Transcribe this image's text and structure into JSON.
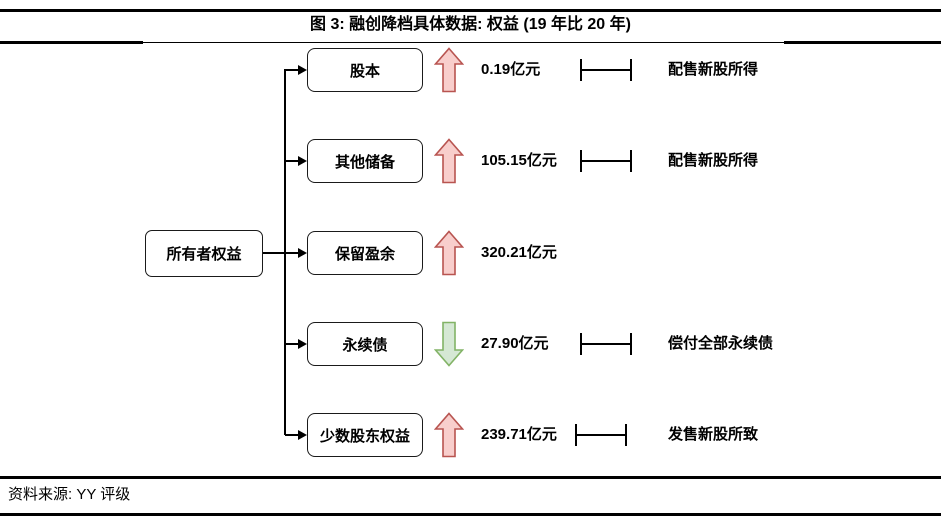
{
  "title": "图 3: 融创降档具体数据: 权益 (19 年比 20 年)",
  "source": "资料来源: YY 评级",
  "root": {
    "label": "所有者权益"
  },
  "colors": {
    "up_fill": "#f8cecc",
    "up_stroke": "#b85450",
    "down_fill": "#d5e8d4",
    "down_stroke": "#82b366",
    "line": "#000000"
  },
  "rows": [
    {
      "label": "股本",
      "direction": "up",
      "value": "0.19亿元",
      "note": "配售新股所得"
    },
    {
      "label": "其他储备",
      "direction": "up",
      "value": "105.15亿元",
      "note": "配售新股所得"
    },
    {
      "label": "保留盈余",
      "direction": "up",
      "value": "320.21亿元",
      "note": ""
    },
    {
      "label": "永续债",
      "direction": "down",
      "value": "27.90亿元",
      "note": "偿付全部永续债"
    },
    {
      "label": "少数股东权益",
      "direction": "up",
      "value": "239.71亿元",
      "note": "发售新股所致"
    }
  ]
}
